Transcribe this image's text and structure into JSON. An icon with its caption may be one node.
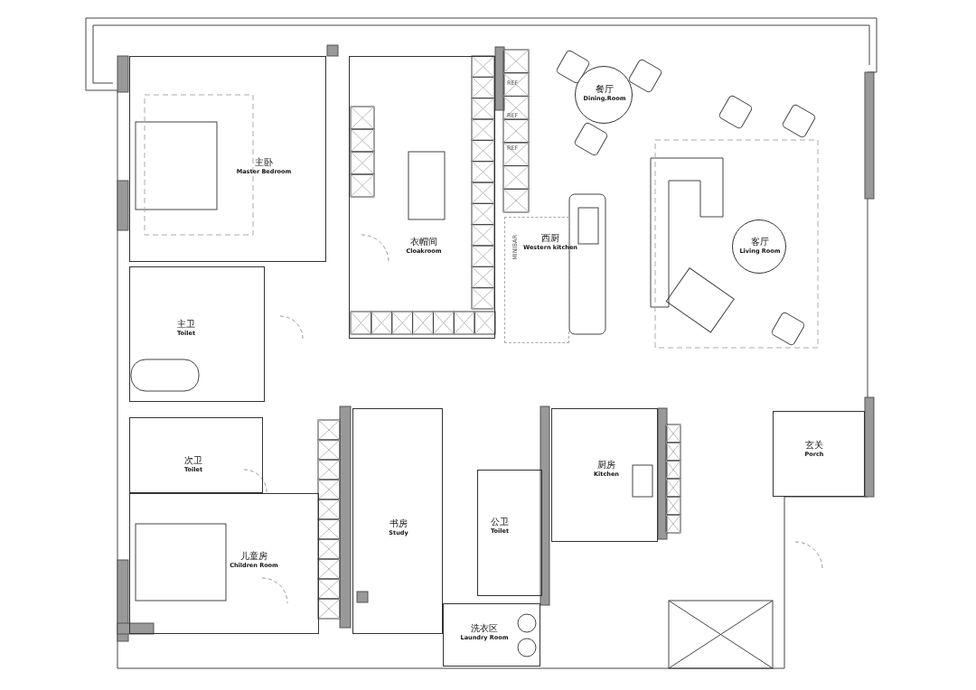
{
  "diagram": {
    "nodes": [
      {
        "text": [
          "主卧",
          "Master Bedroom"
        ]
      },
      {
        "text": [
          "衣帽间",
          "Cloakroom"
        ]
      },
      {
        "text": [
          "餐厅",
          "Dining.Room"
        ]
      },
      {
        "text": [
          "西厨",
          "Western kitchen"
        ]
      },
      {
        "text": [
          "客厅",
          "Living Room"
        ]
      },
      {
        "text": [
          "主卫",
          "Toilet"
        ]
      },
      {
        "text": [
          "次卫",
          "Toilet"
        ]
      },
      {
        "text": [
          "儿童房",
          "Children Room"
        ]
      },
      {
        "text": [
          "书房",
          "Study"
        ]
      },
      {
        "text": [
          "公卫",
          "Toilet"
        ]
      },
      {
        "text": [
          "厨房",
          "Kitchen"
        ]
      },
      {
        "text": [
          "玄关",
          "Porch"
        ]
      },
      {
        "text": [
          "洗衣区",
          "Laundry Room"
        ]
      }
    ],
    "labels": [
      "REF",
      "REF",
      "REF",
      "MINIBAR"
    ]
  }
}
